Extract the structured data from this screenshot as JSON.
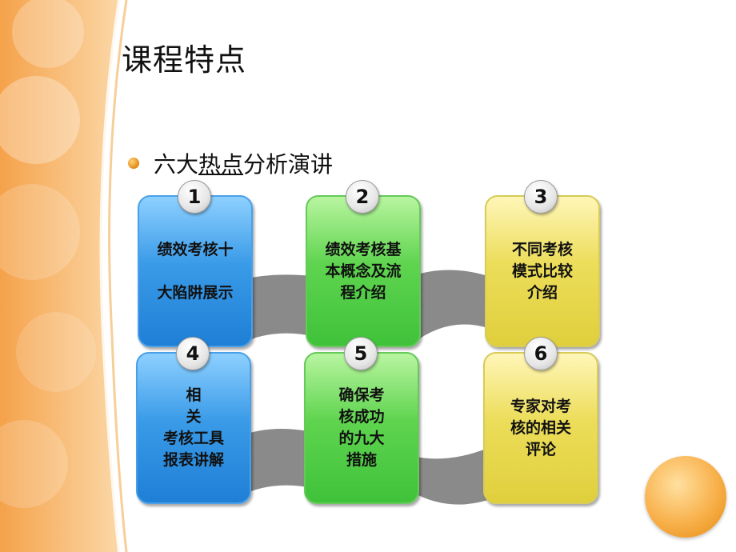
{
  "slide": {
    "title": "课程特点",
    "bullet": {
      "pre": "六大",
      "underlined": "热点",
      "post": "分析演讲"
    }
  },
  "cards": [
    {
      "number": "1",
      "text": "绩效考核十\n\n大陷阱展示",
      "color": "blue"
    },
    {
      "number": "2",
      "text": "绩效考核基\n本概念及流\n程介绍",
      "color": "green"
    },
    {
      "number": "3",
      "text": "不同考核\n模式比较\n介绍",
      "color": "yellow"
    },
    {
      "number": "4",
      "text": "相\n关\n考核工具\n报表讲解",
      "color": "blue"
    },
    {
      "number": "5",
      "text": "确保考\n核成功\n的九大\n措施",
      "color": "green"
    },
    {
      "number": "6",
      "text": "专家对考\n核的相关\n评论",
      "color": "yellow"
    }
  ],
  "colors": {
    "blue": "#3a9be8",
    "green": "#5fd44f",
    "yellow": "#ecdd5a",
    "accent_orange": "#f8b04a"
  }
}
